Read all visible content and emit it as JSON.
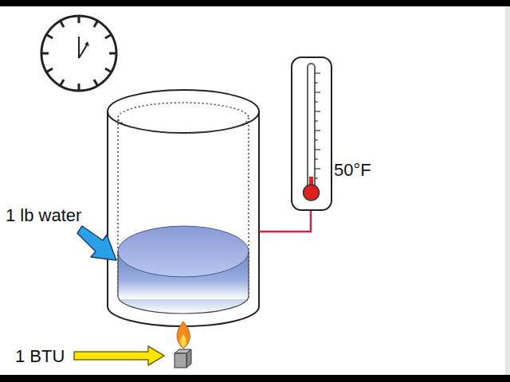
{
  "diagram": {
    "labels": [
      "1 lb water",
      "50°F",
      "1 BTU"
    ]
  }
}
